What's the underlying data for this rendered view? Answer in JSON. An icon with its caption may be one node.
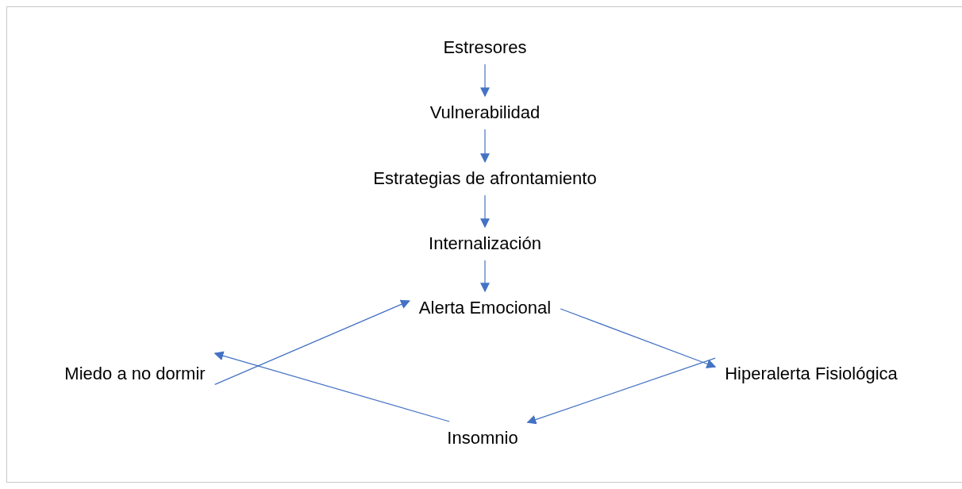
{
  "diagram": {
    "nodes": [
      {
        "text": [
          "Estresores"
        ]
      },
      {
        "text": [
          "Vulnerabilidad"
        ]
      },
      {
        "text": [
          "Estrategias de afrontamiento"
        ]
      },
      {
        "text": [
          "Internalización"
        ]
      },
      {
        "text": [
          "Alerta Emocional"
        ]
      },
      {
        "text": [
          "Hiperalerta Fisiológica"
        ]
      },
      {
        "text": [
          "Insomnio"
        ]
      },
      {
        "text": [
          "Miedo a no dormir"
        ]
      }
    ],
    "edges": [
      {
        "from": 0,
        "to": 1,
        "arrow": "to"
      },
      {
        "from": 1,
        "to": 2,
        "arrow": "to"
      },
      {
        "from": 2,
        "to": 3,
        "arrow": "to"
      },
      {
        "from": 3,
        "to": 4,
        "arrow": "to"
      },
      {
        "from": 4,
        "to": 5,
        "arrow": "to"
      },
      {
        "from": 5,
        "to": 6,
        "arrow": "to"
      },
      {
        "from": 6,
        "to": 7,
        "arrow": "to"
      },
      {
        "from": 7,
        "to": 4,
        "arrow": "to"
      }
    ]
  }
}
